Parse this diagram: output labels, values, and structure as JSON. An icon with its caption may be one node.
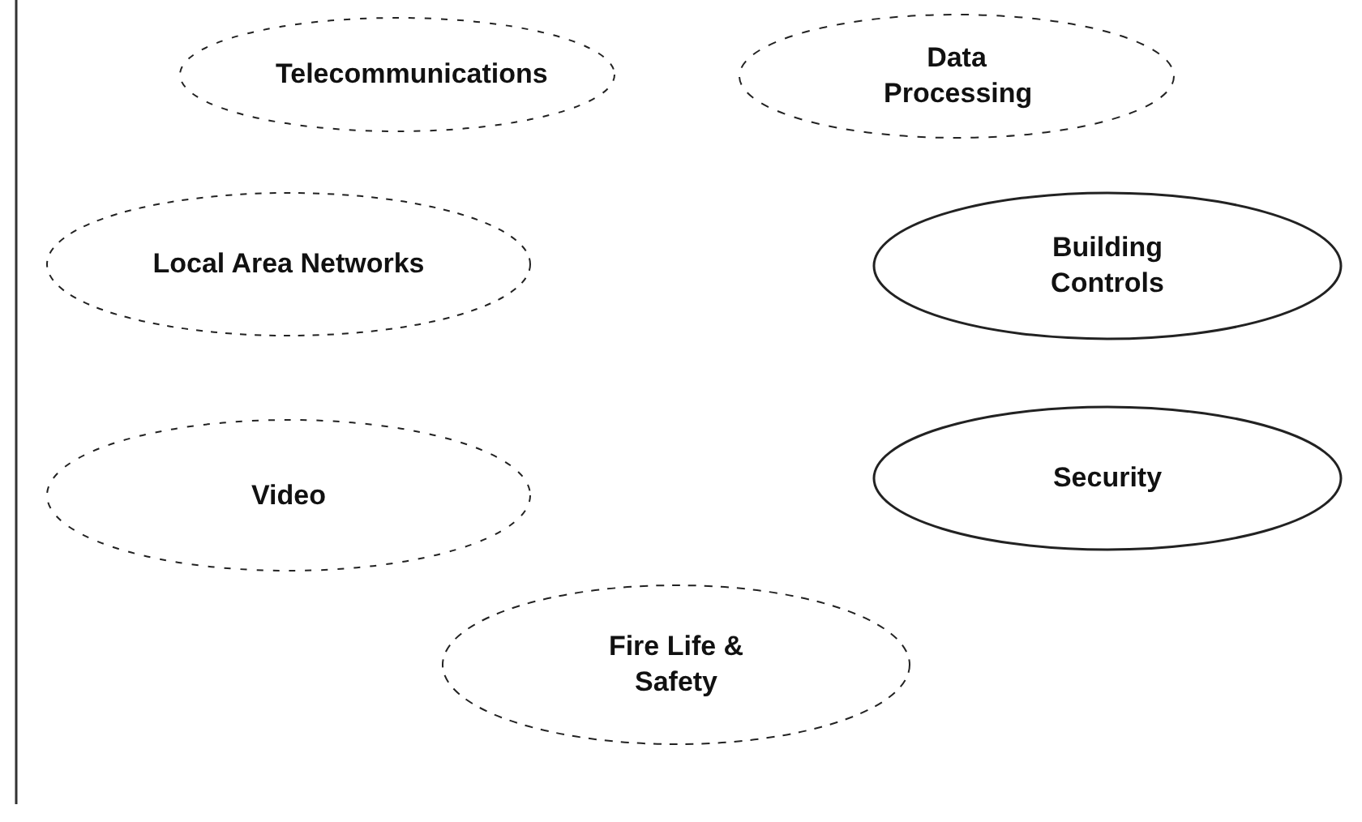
{
  "diagram": {
    "nodes": [
      {
        "text": [
          "Telecommunications"
        ]
      },
      {
        "text": [
          "Data Processing"
        ]
      },
      {
        "text": [
          "Local Area Networks"
        ]
      },
      {
        "text": [
          "Building Controls"
        ]
      },
      {
        "text": [
          "Video"
        ]
      },
      {
        "text": [
          "Security"
        ]
      },
      {
        "text": [
          "Fire Life & Safety"
        ]
      }
    ]
  }
}
